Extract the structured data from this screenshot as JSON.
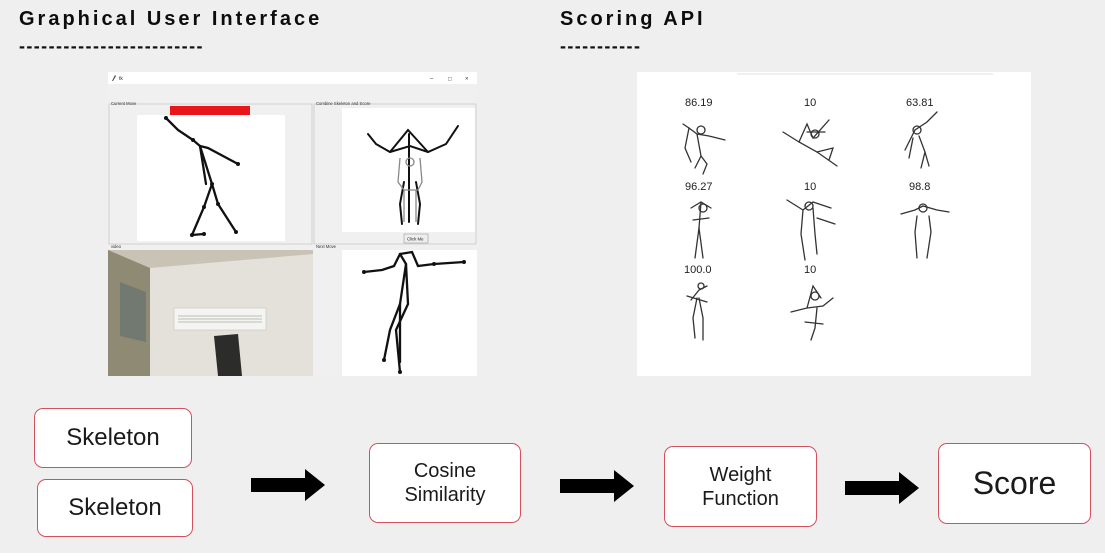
{
  "gui_section": {
    "heading": "Graphical User Interface",
    "dashes": "-------------------------",
    "window": {
      "title": "tk",
      "controls": [
        "–",
        "□",
        "×"
      ],
      "current_move_label": "Current Move",
      "combine_label": "Combine Skeleton and Score",
      "video_label": "video",
      "next_move_label": "Next Move",
      "click_button": "Click Me",
      "banner_color": "#e8161a"
    }
  },
  "scoring_section": {
    "heading": "Scoring API",
    "dashes": "-----------",
    "scores": [
      "86.19",
      "10",
      "63.81",
      "96.27",
      "10",
      "98.8",
      "100.0",
      "10"
    ]
  },
  "flow": {
    "skeleton_top": "Skeleton",
    "skeleton_bottom": "Skeleton",
    "cosine_line1": "Cosine",
    "cosine_line2": "Similarity",
    "weight_line1": "Weight",
    "weight_line2": "Function",
    "score": "Score",
    "border_color": "#d4505e",
    "arrow_color": "#000000"
  }
}
